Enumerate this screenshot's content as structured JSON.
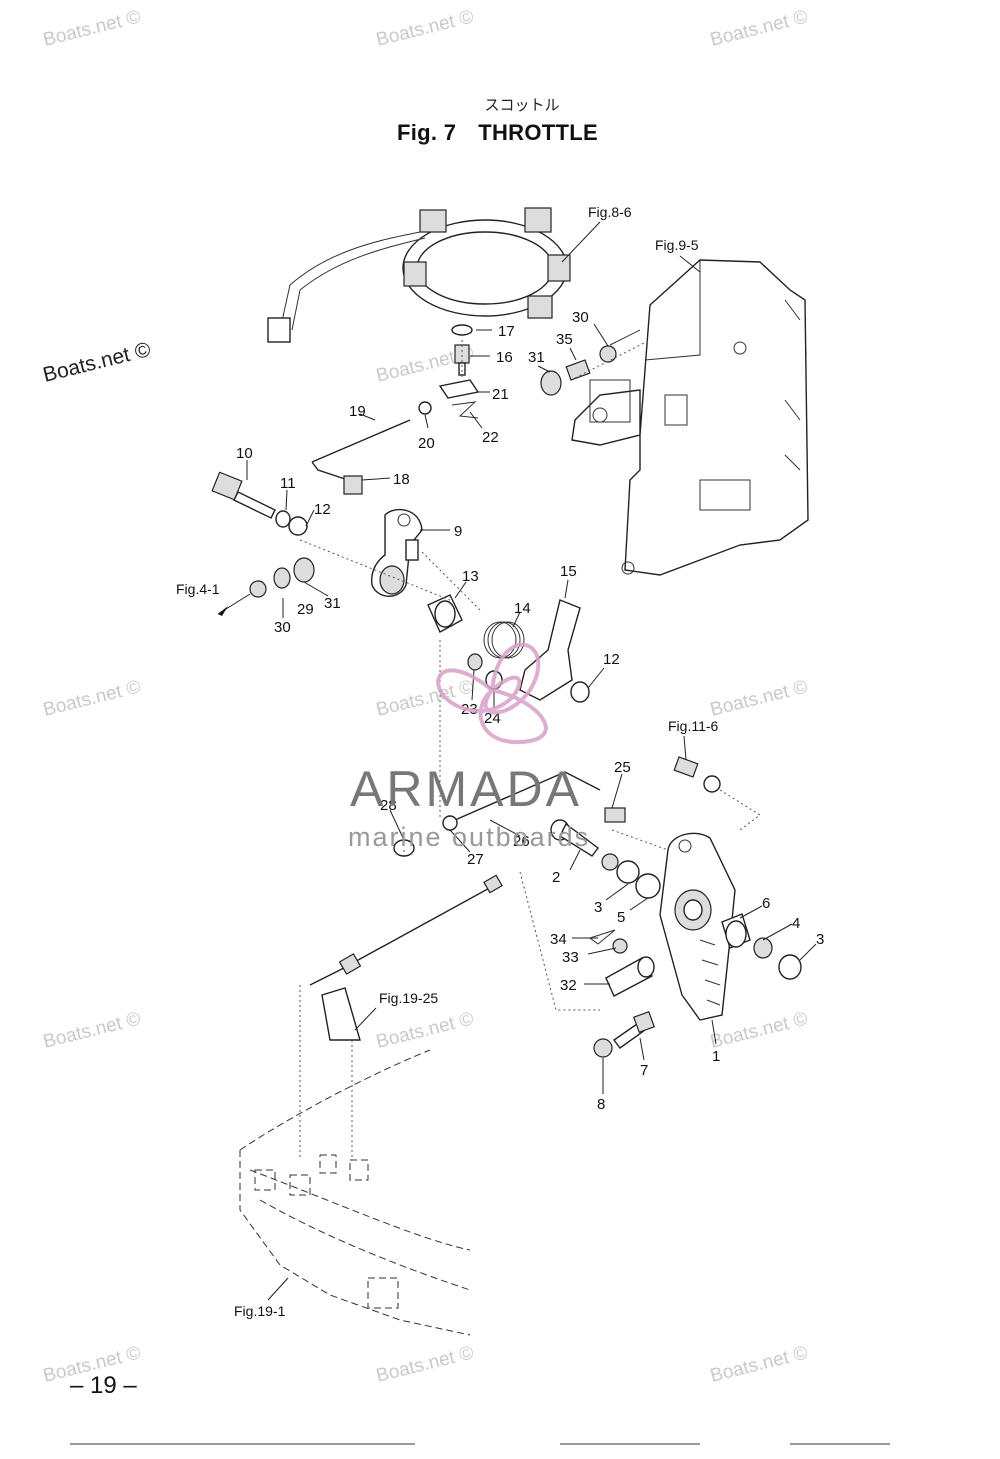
{
  "header": {
    "jp_title": "スコットル",
    "fig_label": "Fig. 7",
    "fig_name": "THROTTLE"
  },
  "page_number": "– 19 –",
  "watermark_text": "Boats.net ©",
  "logo": {
    "main": "ARMADA",
    "sub": "marine outboards",
    "color": "#d9a0c8"
  },
  "references": {
    "fig_8_6": "Fig.8-6",
    "fig_9_5": "Fig.9-5",
    "fig_4_1": "Fig.4-1",
    "fig_11_6": "Fig.11-6",
    "fig_19_25": "Fig.19-25",
    "fig_19_1": "Fig.19-1"
  },
  "callouts": {
    "c1": "1",
    "c2": "2",
    "c3a": "3",
    "c3b": "3",
    "c4": "4",
    "c5": "5",
    "c6": "6",
    "c7": "7",
    "c8": "8",
    "c9": "9",
    "c10": "10",
    "c11": "11",
    "c12a": "12",
    "c12b": "12",
    "c13": "13",
    "c14": "14",
    "c15": "15",
    "c16": "16",
    "c17": "17",
    "c18": "18",
    "c19": "19",
    "c20": "20",
    "c21": "21",
    "c22": "22",
    "c23": "23",
    "c24": "24",
    "c25": "25",
    "c26": "26",
    "c27": "27",
    "c28": "28",
    "c29": "29",
    "c30a": "30",
    "c30b": "30",
    "c31a": "31",
    "c31b": "31",
    "c32": "32",
    "c33": "33",
    "c34": "34",
    "c35": "35"
  }
}
